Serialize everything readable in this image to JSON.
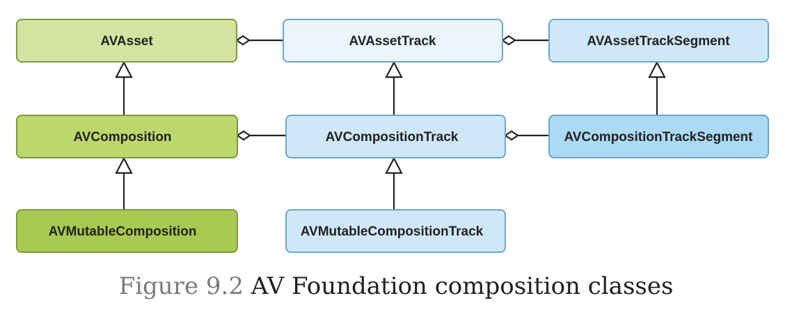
{
  "boxes": {
    "av_asset": "AVAsset",
    "av_asset_track": "AVAssetTrack",
    "av_asset_track_segment": "AVAssetTrackSegment",
    "av_composition": "AVComposition",
    "av_composition_track": "AVCompositionTrack",
    "av_composition_track_segment": "AVCompositionTrackSegment",
    "av_mutable_composition": "AVMutableComposition",
    "av_mutable_composition_track": "AVMutableCompositionTrack"
  },
  "caption": {
    "figure_number": "Figure 9.2",
    "text": "AV Foundation composition classes"
  },
  "colors": {
    "green_light": "#d3e3a0",
    "green_mid": "#bcd86c",
    "green_dark": "#a8ca50",
    "green_border": "#7d9a3c",
    "blue_light": "#eaf5fd",
    "blue_mid": "#cfe8f8",
    "blue_dark": "#acdaf3",
    "blue_border": "#6aa6cf",
    "connector": "#222222"
  }
}
